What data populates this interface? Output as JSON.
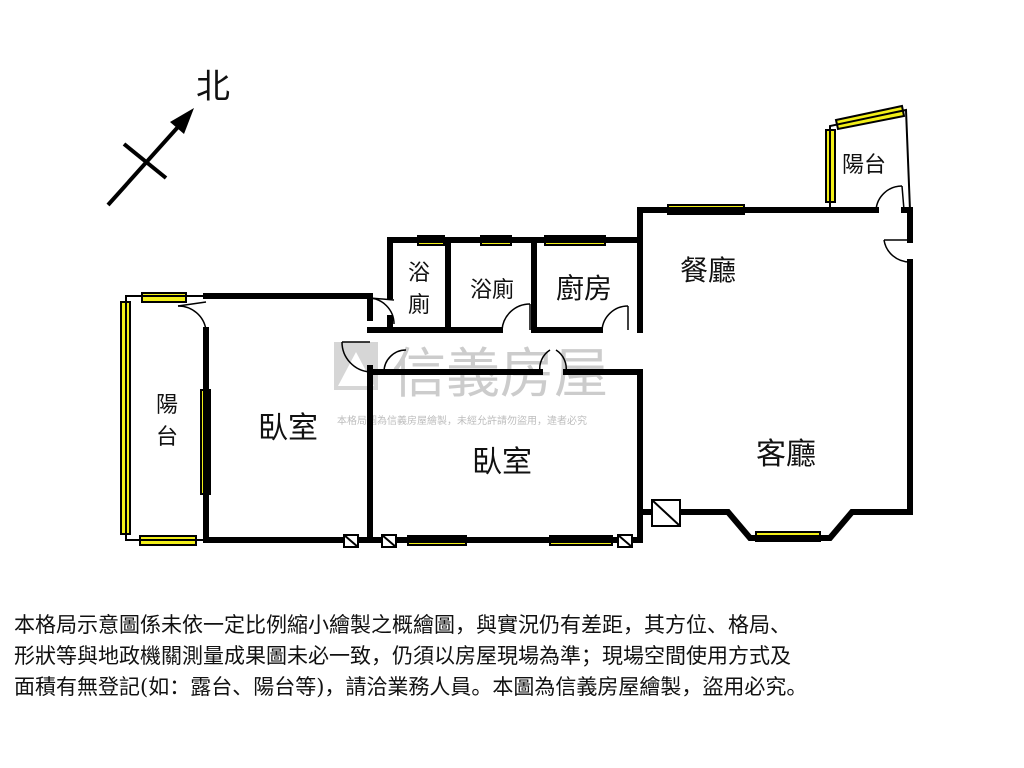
{
  "compass": {
    "north": "北"
  },
  "rooms": {
    "bath1": "浴廁",
    "bath2": "浴廁",
    "kitchen": "廚房",
    "dining": "餐廳",
    "living": "客廳",
    "bedroom1": "臥室",
    "bedroom2": "臥室",
    "balcony_left": "陽台",
    "balcony_top": "陽台"
  },
  "watermark": {
    "brand": "信義房屋",
    "notice": "本格局圖為信義房屋繪製，未經允許請勿盜用，違者必究"
  },
  "colors": {
    "wall": "#000000",
    "window_fill": "#f2ef18",
    "watermark": "#cfcfcf"
  },
  "disclaimer": {
    "line1": "本格局示意圖係未依一定比例縮小繪製之概繪圖，與實況仍有差距，其方位、格局、",
    "line2": "形狀等與地政機關測量成果圖未必一致，仍須以房屋現場為準；現場空間使用方式及",
    "line3": "面積有無登記(如：露台、陽台等)，請洽業務人員。本圖為信義房屋繪製，盜用必究。"
  }
}
